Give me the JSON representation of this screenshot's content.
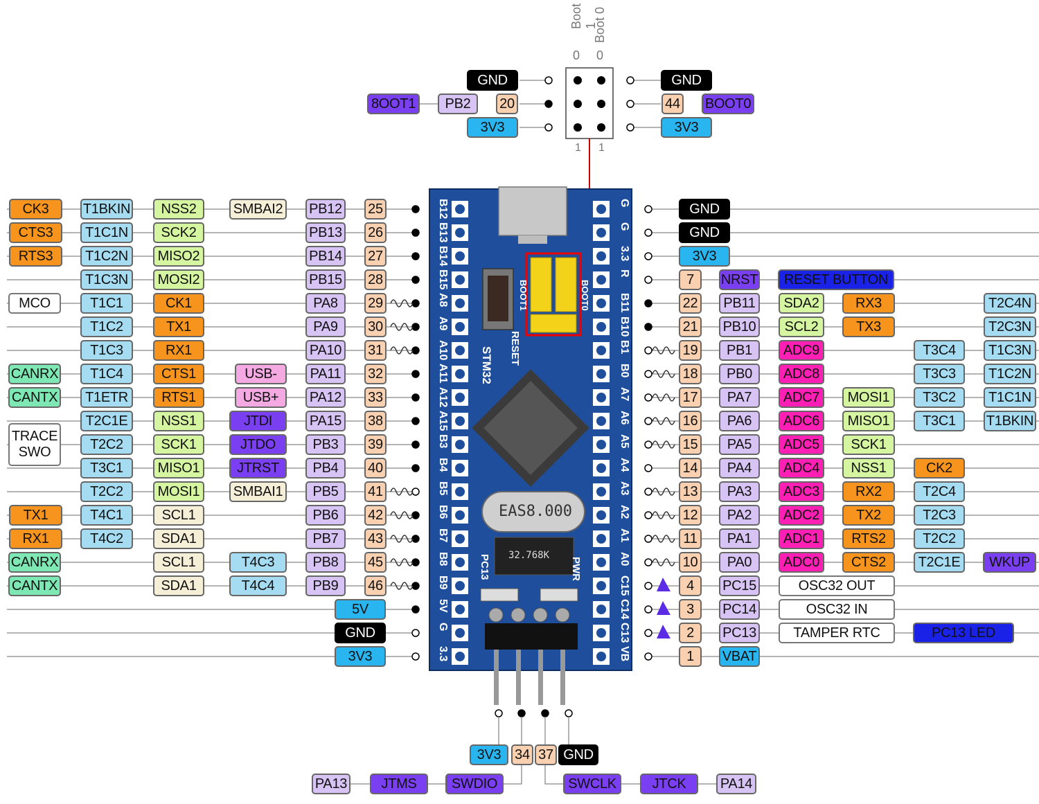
{
  "colors": {
    "orange": "#f7941d",
    "lightblue": "#a6dcf2",
    "lightgreen": "#d5f5a0",
    "cream": "#f6efd8",
    "lavender": "#d7c4f5",
    "peach": "#f9d0b0",
    "pink": "#f5a9e2",
    "purple": "#7b3ff2",
    "magenta": "#ff1fb4",
    "black": "#000000",
    "cyan": "#29b6f0",
    "white": "#ffffff",
    "green": "#7de8b4",
    "blue": "#1b22e8",
    "board": "#1f4f9c"
  },
  "boot_header": {
    "boot1_label": "Boot 1",
    "boot0_label": "Boot 0",
    "boot1_default": "0",
    "boot0_default": "0",
    "bottom_left": "1",
    "bottom_right": "1"
  },
  "board": {
    "left_silk": [
      "B12",
      "B13",
      "B14",
      "B15",
      "A8",
      "A9",
      "A10",
      "A11",
      "A12",
      "A15",
      "B3",
      "B4",
      "B5",
      "B6",
      "B7",
      "B8",
      "B9",
      "5V",
      "G",
      "3.3"
    ],
    "right_silk": [
      "G",
      "G",
      "3.3",
      "R",
      "B11",
      "B10",
      "B1",
      "B0",
      "A7",
      "A6",
      "A5",
      "A4",
      "A3",
      "A2",
      "A1",
      "A0",
      "C15",
      "C14",
      "C13",
      "VB"
    ],
    "chip_name": "STM32",
    "crystal": "EAS8.000",
    "rtc_crystal": "32.768K",
    "reset_label": "RESET",
    "boot1_silk": "BOOT1",
    "boot0_silk": "BOOT0",
    "pc13_label": "PC13",
    "pwr_label": "PWR"
  },
  "labels": [
    {
      "t": "GND",
      "c": "black"
    },
    {
      "t": "8OOT1",
      "c": "purple"
    },
    {
      "t": "PB2",
      "c": "lavender"
    },
    {
      "t": "20",
      "c": "peach"
    },
    {
      "t": "3V3",
      "c": "cyan"
    },
    {
      "t": "GND",
      "c": "black"
    },
    {
      "t": "44",
      "c": "peach"
    },
    {
      "t": "BOOT0",
      "c": "purple"
    },
    {
      "t": "3V3",
      "c": "cyan"
    },
    {
      "t": "CK3",
      "c": "orange"
    },
    {
      "t": "T1BKIN",
      "c": "lightblue"
    },
    {
      "t": "NSS2",
      "c": "lightgreen"
    },
    {
      "t": "SMBAI2",
      "c": "cream"
    },
    {
      "t": "PB12",
      "c": "lavender"
    },
    {
      "t": "25",
      "c": "peach"
    },
    {
      "t": "CTS3",
      "c": "orange"
    },
    {
      "t": "T1C1N",
      "c": "lightblue"
    },
    {
      "t": "SCK2",
      "c": "lightgreen"
    },
    {
      "t": "PB13",
      "c": "lavender"
    },
    {
      "t": "26",
      "c": "peach"
    },
    {
      "t": "RTS3",
      "c": "orange"
    },
    {
      "t": "T1C2N",
      "c": "lightblue"
    },
    {
      "t": "MISO2",
      "c": "lightgreen"
    },
    {
      "t": "PB14",
      "c": "lavender"
    },
    {
      "t": "27",
      "c": "peach"
    },
    {
      "t": "T1C3N",
      "c": "lightblue"
    },
    {
      "t": "MOSI2",
      "c": "lightgreen"
    },
    {
      "t": "PB15",
      "c": "lavender"
    },
    {
      "t": "28",
      "c": "peach"
    },
    {
      "t": "MCO",
      "c": "white"
    },
    {
      "t": "T1C1",
      "c": "lightblue"
    },
    {
      "t": "CK1",
      "c": "orange"
    },
    {
      "t": "PA8",
      "c": "lavender"
    },
    {
      "t": "29",
      "c": "peach"
    },
    {
      "t": "T1C2",
      "c": "lightblue"
    },
    {
      "t": "TX1",
      "c": "orange"
    },
    {
      "t": "PA9",
      "c": "lavender"
    },
    {
      "t": "30",
      "c": "peach"
    },
    {
      "t": "T1C3",
      "c": "lightblue"
    },
    {
      "t": "RX1",
      "c": "orange"
    },
    {
      "t": "PA10",
      "c": "lavender"
    },
    {
      "t": "31",
      "c": "peach"
    },
    {
      "t": "CANRX",
      "c": "green"
    },
    {
      "t": "T1C4",
      "c": "lightblue"
    },
    {
      "t": "CTS1",
      "c": "orange"
    },
    {
      "t": "USB-",
      "c": "pink"
    },
    {
      "t": "PA11",
      "c": "lavender"
    },
    {
      "t": "32",
      "c": "peach"
    },
    {
      "t": "CANTX",
      "c": "green"
    },
    {
      "t": "T1ETR",
      "c": "lightblue"
    },
    {
      "t": "RTS1",
      "c": "orange"
    },
    {
      "t": "USB+",
      "c": "pink"
    },
    {
      "t": "PA12",
      "c": "lavender"
    },
    {
      "t": "33",
      "c": "peach"
    },
    {
      "t": "T2C1E",
      "c": "lightblue"
    },
    {
      "t": "NSS1",
      "c": "lightgreen"
    },
    {
      "t": "JTDI",
      "c": "purple"
    },
    {
      "t": "PA15",
      "c": "lavender"
    },
    {
      "t": "38",
      "c": "peach"
    },
    {
      "t": "TRACE SWO",
      "c": "white"
    },
    {
      "t": "T2C2",
      "c": "lightblue"
    },
    {
      "t": "SCK1",
      "c": "lightgreen"
    },
    {
      "t": "JTDO",
      "c": "purple"
    },
    {
      "t": "PB3",
      "c": "lavender"
    },
    {
      "t": "39",
      "c": "peach"
    },
    {
      "t": "T3C1",
      "c": "lightblue"
    },
    {
      "t": "MISO1",
      "c": "lightgreen"
    },
    {
      "t": "JTRST",
      "c": "purple"
    },
    {
      "t": "PB4",
      "c": "lavender"
    },
    {
      "t": "40",
      "c": "peach"
    },
    {
      "t": "T2C2",
      "c": "lightblue"
    },
    {
      "t": "MOSI1",
      "c": "lightgreen"
    },
    {
      "t": "SMBAI1",
      "c": "cream"
    },
    {
      "t": "PB5",
      "c": "lavender"
    },
    {
      "t": "41",
      "c": "peach"
    },
    {
      "t": "TX1",
      "c": "orange"
    },
    {
      "t": "T4C1",
      "c": "lightblue"
    },
    {
      "t": "SCL1",
      "c": "cream"
    },
    {
      "t": "PB6",
      "c": "lavender"
    },
    {
      "t": "42",
      "c": "peach"
    },
    {
      "t": "RX1",
      "c": "orange"
    },
    {
      "t": "T4C2",
      "c": "lightblue"
    },
    {
      "t": "SDA1",
      "c": "cream"
    },
    {
      "t": "PB7",
      "c": "lavender"
    },
    {
      "t": "43",
      "c": "peach"
    },
    {
      "t": "CANRX",
      "c": "green"
    },
    {
      "t": "SCL1",
      "c": "cream"
    },
    {
      "t": "T4C3",
      "c": "lightblue"
    },
    {
      "t": "PB8",
      "c": "lavender"
    },
    {
      "t": "45",
      "c": "peach"
    },
    {
      "t": "CANTX",
      "c": "green"
    },
    {
      "t": "SDA1",
      "c": "cream"
    },
    {
      "t": "T4C4",
      "c": "lightblue"
    },
    {
      "t": "PB9",
      "c": "lavender"
    },
    {
      "t": "46",
      "c": "peach"
    },
    {
      "t": "5V",
      "c": "cyan"
    },
    {
      "t": "GND",
      "c": "black"
    },
    {
      "t": "3V3",
      "c": "cyan"
    },
    {
      "t": "GND",
      "c": "black"
    },
    {
      "t": "GND",
      "c": "black"
    },
    {
      "t": "3V3",
      "c": "cyan"
    },
    {
      "t": "7",
      "c": "peach"
    },
    {
      "t": "NRST",
      "c": "purple"
    },
    {
      "t": "RESET BUTTON",
      "c": "blue"
    },
    {
      "t": "22",
      "c": "peach"
    },
    {
      "t": "PB11",
      "c": "lavender"
    },
    {
      "t": "SDA2",
      "c": "lightgreen"
    },
    {
      "t": "RX3",
      "c": "orange"
    },
    {
      "t": "T2C4N",
      "c": "lightblue"
    },
    {
      "t": "21",
      "c": "peach"
    },
    {
      "t": "PB10",
      "c": "lavender"
    },
    {
      "t": "SCL2",
      "c": "lightgreen"
    },
    {
      "t": "TX3",
      "c": "orange"
    },
    {
      "t": "T2C3N",
      "c": "lightblue"
    },
    {
      "t": "19",
      "c": "peach"
    },
    {
      "t": "PB1",
      "c": "lavender"
    },
    {
      "t": "ADC9",
      "c": "magenta"
    },
    {
      "t": "T3C4",
      "c": "lightblue"
    },
    {
      "t": "T1C3N",
      "c": "lightblue"
    },
    {
      "t": "18",
      "c": "peach"
    },
    {
      "t": "PB0",
      "c": "lavender"
    },
    {
      "t": "ADC8",
      "c": "magenta"
    },
    {
      "t": "T3C3",
      "c": "lightblue"
    },
    {
      "t": "T1C2N",
      "c": "lightblue"
    },
    {
      "t": "17",
      "c": "peach"
    },
    {
      "t": "PA7",
      "c": "lavender"
    },
    {
      "t": "ADC7",
      "c": "magenta"
    },
    {
      "t": "MOSI1",
      "c": "lightgreen"
    },
    {
      "t": "T3C2",
      "c": "lightblue"
    },
    {
      "t": "T1C1N",
      "c": "lightblue"
    },
    {
      "t": "16",
      "c": "peach"
    },
    {
      "t": "PA6",
      "c": "lavender"
    },
    {
      "t": "ADC6",
      "c": "magenta"
    },
    {
      "t": "MISO1",
      "c": "lightgreen"
    },
    {
      "t": "T3C1",
      "c": "lightblue"
    },
    {
      "t": "T1BKIN",
      "c": "lightblue"
    },
    {
      "t": "15",
      "c": "peach"
    },
    {
      "t": "PA5",
      "c": "lavender"
    },
    {
      "t": "ADC5",
      "c": "magenta"
    },
    {
      "t": "SCK1",
      "c": "lightgreen"
    },
    {
      "t": "14",
      "c": "peach"
    },
    {
      "t": "PA4",
      "c": "lavender"
    },
    {
      "t": "ADC4",
      "c": "magenta"
    },
    {
      "t": "NSS1",
      "c": "lightgreen"
    },
    {
      "t": "CK2",
      "c": "orange"
    },
    {
      "t": "13",
      "c": "peach"
    },
    {
      "t": "PA3",
      "c": "lavender"
    },
    {
      "t": "ADC3",
      "c": "magenta"
    },
    {
      "t": "RX2",
      "c": "orange"
    },
    {
      "t": "T2C4",
      "c": "lightblue"
    },
    {
      "t": "12",
      "c": "peach"
    },
    {
      "t": "PA2",
      "c": "lavender"
    },
    {
      "t": "ADC2",
      "c": "magenta"
    },
    {
      "t": "TX2",
      "c": "orange"
    },
    {
      "t": "T2C3",
      "c": "lightblue"
    },
    {
      "t": "11",
      "c": "peach"
    },
    {
      "t": "PA1",
      "c": "lavender"
    },
    {
      "t": "ADC1",
      "c": "magenta"
    },
    {
      "t": "RTS2",
      "c": "orange"
    },
    {
      "t": "T2C2",
      "c": "lightblue"
    },
    {
      "t": "10",
      "c": "peach"
    },
    {
      "t": "PA0",
      "c": "lavender"
    },
    {
      "t": "ADC0",
      "c": "magenta"
    },
    {
      "t": "CTS2",
      "c": "orange"
    },
    {
      "t": "T2C1E",
      "c": "lightblue"
    },
    {
      "t": "WKUP",
      "c": "purple"
    },
    {
      "t": "4",
      "c": "peach"
    },
    {
      "t": "PC15",
      "c": "lavender"
    },
    {
      "t": "OSC32 OUT",
      "c": "white"
    },
    {
      "t": "3",
      "c": "peach"
    },
    {
      "t": "PC14",
      "c": "lavender"
    },
    {
      "t": "OSC32 IN",
      "c": "white"
    },
    {
      "t": "2",
      "c": "peach"
    },
    {
      "t": "PC13",
      "c": "lavender"
    },
    {
      "t": "TAMPER RTC",
      "c": "white"
    },
    {
      "t": "PC13 LED",
      "c": "blue"
    },
    {
      "t": "1",
      "c": "peach"
    },
    {
      "t": "VBAT",
      "c": "cyan"
    },
    {
      "t": "3V3",
      "c": "cyan"
    },
    {
      "t": "34",
      "c": "peach"
    },
    {
      "t": "37",
      "c": "peach"
    },
    {
      "t": "GND",
      "c": "black"
    },
    {
      "t": "PA13",
      "c": "lavender"
    },
    {
      "t": "JTMS",
      "c": "purple"
    },
    {
      "t": "SWDIO",
      "c": "purple"
    },
    {
      "t": "SWCLK",
      "c": "purple"
    },
    {
      "t": "JTCK",
      "c": "purple"
    },
    {
      "t": "PA14",
      "c": "lavender"
    }
  ]
}
